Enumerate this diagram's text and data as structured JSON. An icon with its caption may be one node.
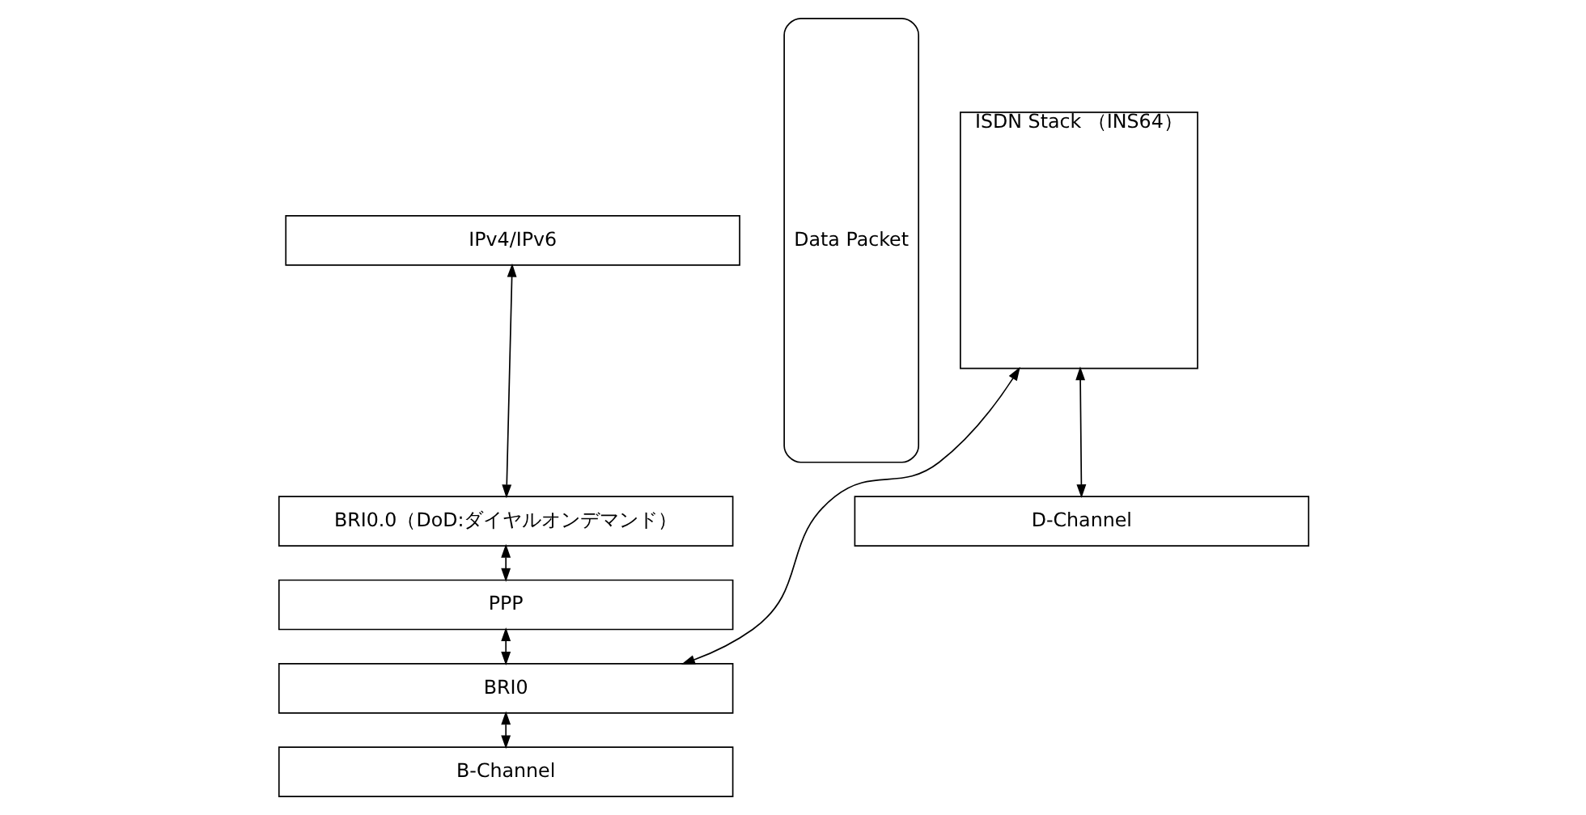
{
  "diagram": {
    "nodes": [
      {
        "text": [
          "IPv4/IPv6"
        ]
      },
      {
        "text": [
          "BRI0.0（DoD:ダイヤルオンデマンド）"
        ]
      },
      {
        "text": [
          "PPP"
        ]
      },
      {
        "text": [
          "BRI0"
        ]
      },
      {
        "text": [
          "B-Channel"
        ]
      },
      {
        "text": [
          "Data Packet"
        ]
      },
      {
        "text": [
          "ISDN Stack （INS64）"
        ]
      },
      {
        "text": [
          "D-Channel"
        ]
      }
    ],
    "edges": [
      {
        "from": 0,
        "to": 1,
        "arrow": "both"
      },
      {
        "from": 1,
        "to": 2,
        "arrow": "both"
      },
      {
        "from": 2,
        "to": 3,
        "arrow": "both"
      },
      {
        "from": 3,
        "to": 4,
        "arrow": "both"
      },
      {
        "from": 3,
        "to": 6,
        "arrow": "both"
      },
      {
        "from": 6,
        "to": 7,
        "arrow": "both"
      }
    ]
  }
}
